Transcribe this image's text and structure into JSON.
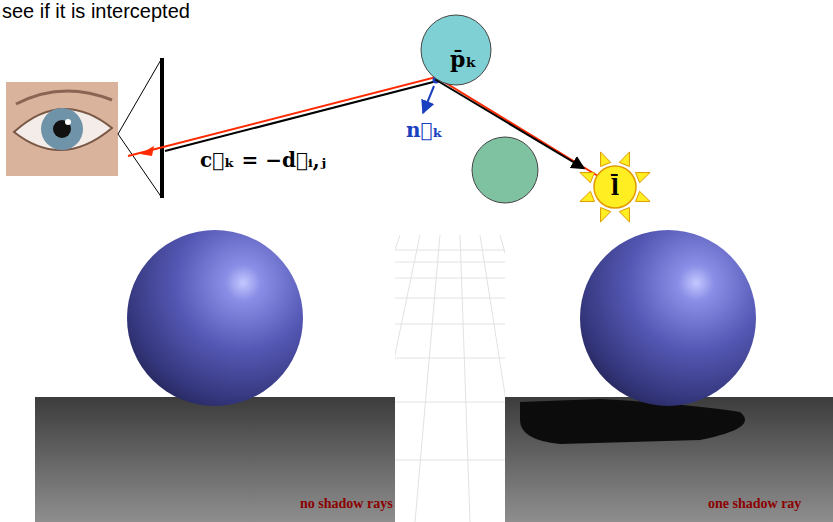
{
  "diagram": {
    "nodes": [
      {
        "text": [
          "p̄ₖ"
        ]
      },
      {
        "text": [
          "l̄"
        ]
      }
    ],
    "edges": [
      {
        "from": 0,
        "to": 1,
        "arrow": "to"
      }
    ],
    "labels": [
      "see if it is intercepted",
      "c⃗ₖ = −d⃗ᵢ,ⱼ",
      "n⃗ₖ",
      "no shadow rays",
      "one shadow ray"
    ]
  }
}
